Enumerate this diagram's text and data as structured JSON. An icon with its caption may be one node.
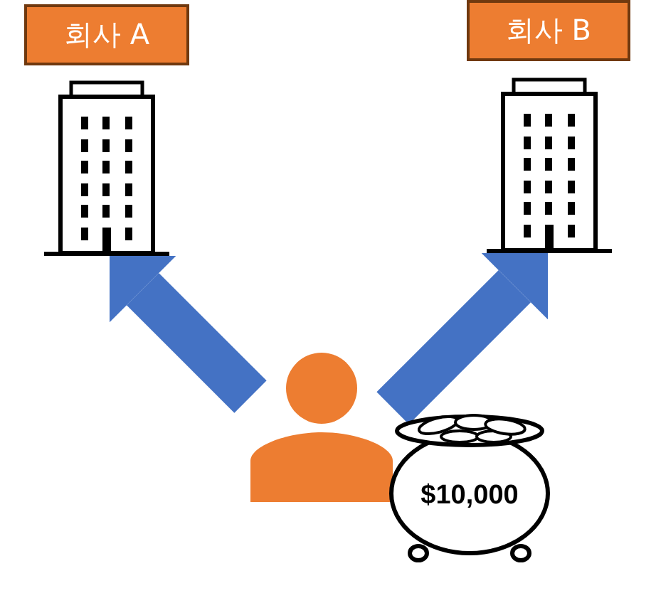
{
  "diagram": {
    "nodes": [
      {
        "text": [
          "회사 A"
        ]
      },
      {
        "text": [
          "회사 B"
        ]
      },
      {
        "text": [],
        "shape": "picture"
      },
      {
        "text": [],
        "shape": "picture"
      },
      {
        "text": [],
        "shape": "person"
      },
      {
        "text": [
          "$10,000"
        ]
      }
    ],
    "edges": [
      {
        "from": 4,
        "to": 2,
        "arrow": "to"
      },
      {
        "from": 4,
        "to": 3,
        "arrow": "to"
      }
    ]
  }
}
